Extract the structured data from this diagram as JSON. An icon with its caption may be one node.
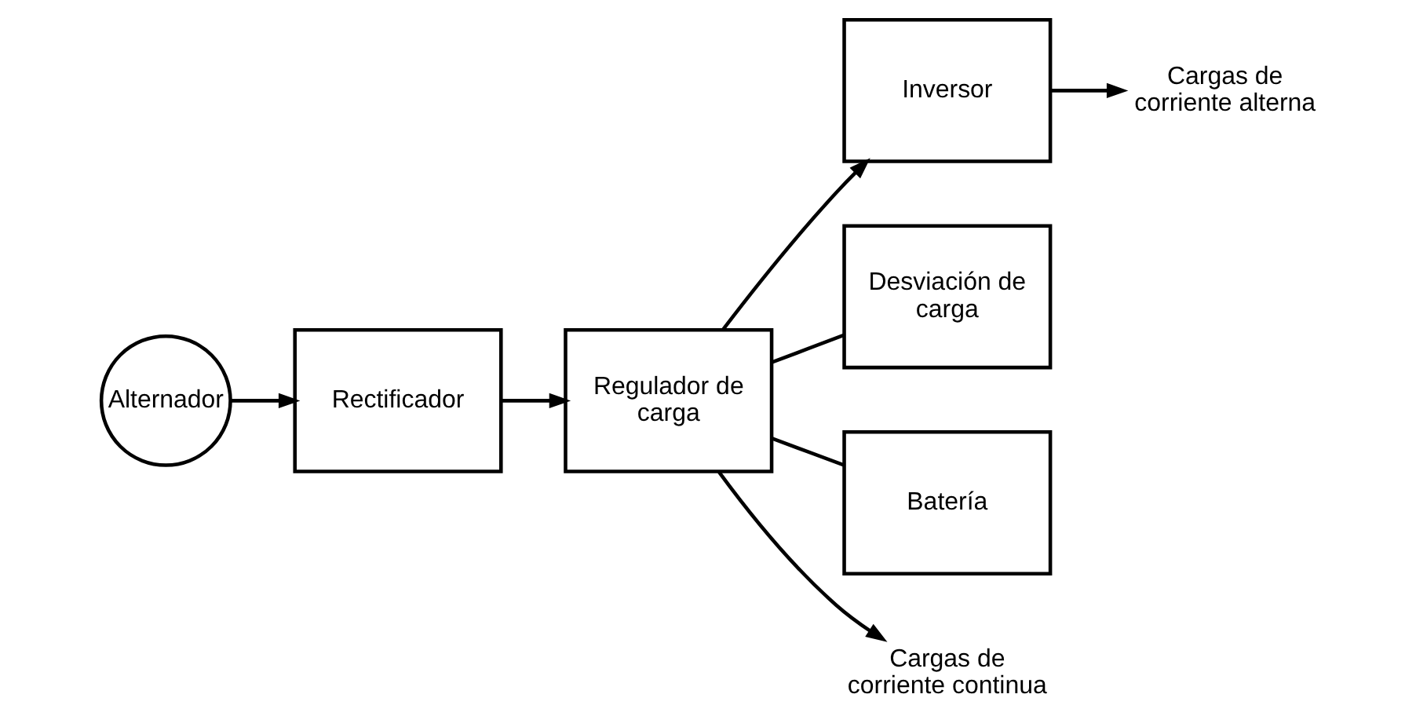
{
  "diagram": {
    "nodes": [
      {
        "text": [
          "Alternador"
        ]
      },
      {
        "text": [
          "Rectificador"
        ]
      },
      {
        "text": [
          "Regulador de carga"
        ]
      },
      {
        "text": [
          "Inversor"
        ]
      },
      {
        "text": [
          "Desviación de carga"
        ]
      },
      {
        "text": [
          "Batería"
        ]
      },
      {
        "text": [
          "Cargas de corriente continua"
        ]
      },
      {
        "text": [
          "Cargas de corriente alterna"
        ]
      }
    ],
    "edges": [
      {
        "from": 0,
        "to": 1,
        "arrow": "to"
      },
      {
        "from": 1,
        "to": 2,
        "arrow": "to"
      },
      {
        "from": 2,
        "to": 3,
        "arrow": "to"
      },
      {
        "from": 2,
        "to": 6,
        "arrow": "to"
      },
      {
        "from": 2,
        "to": 4,
        "arrow": "none"
      },
      {
        "from": 2,
        "to": 5,
        "arrow": "none"
      },
      {
        "from": 3,
        "to": 7,
        "arrow": "to"
      }
    ]
  }
}
